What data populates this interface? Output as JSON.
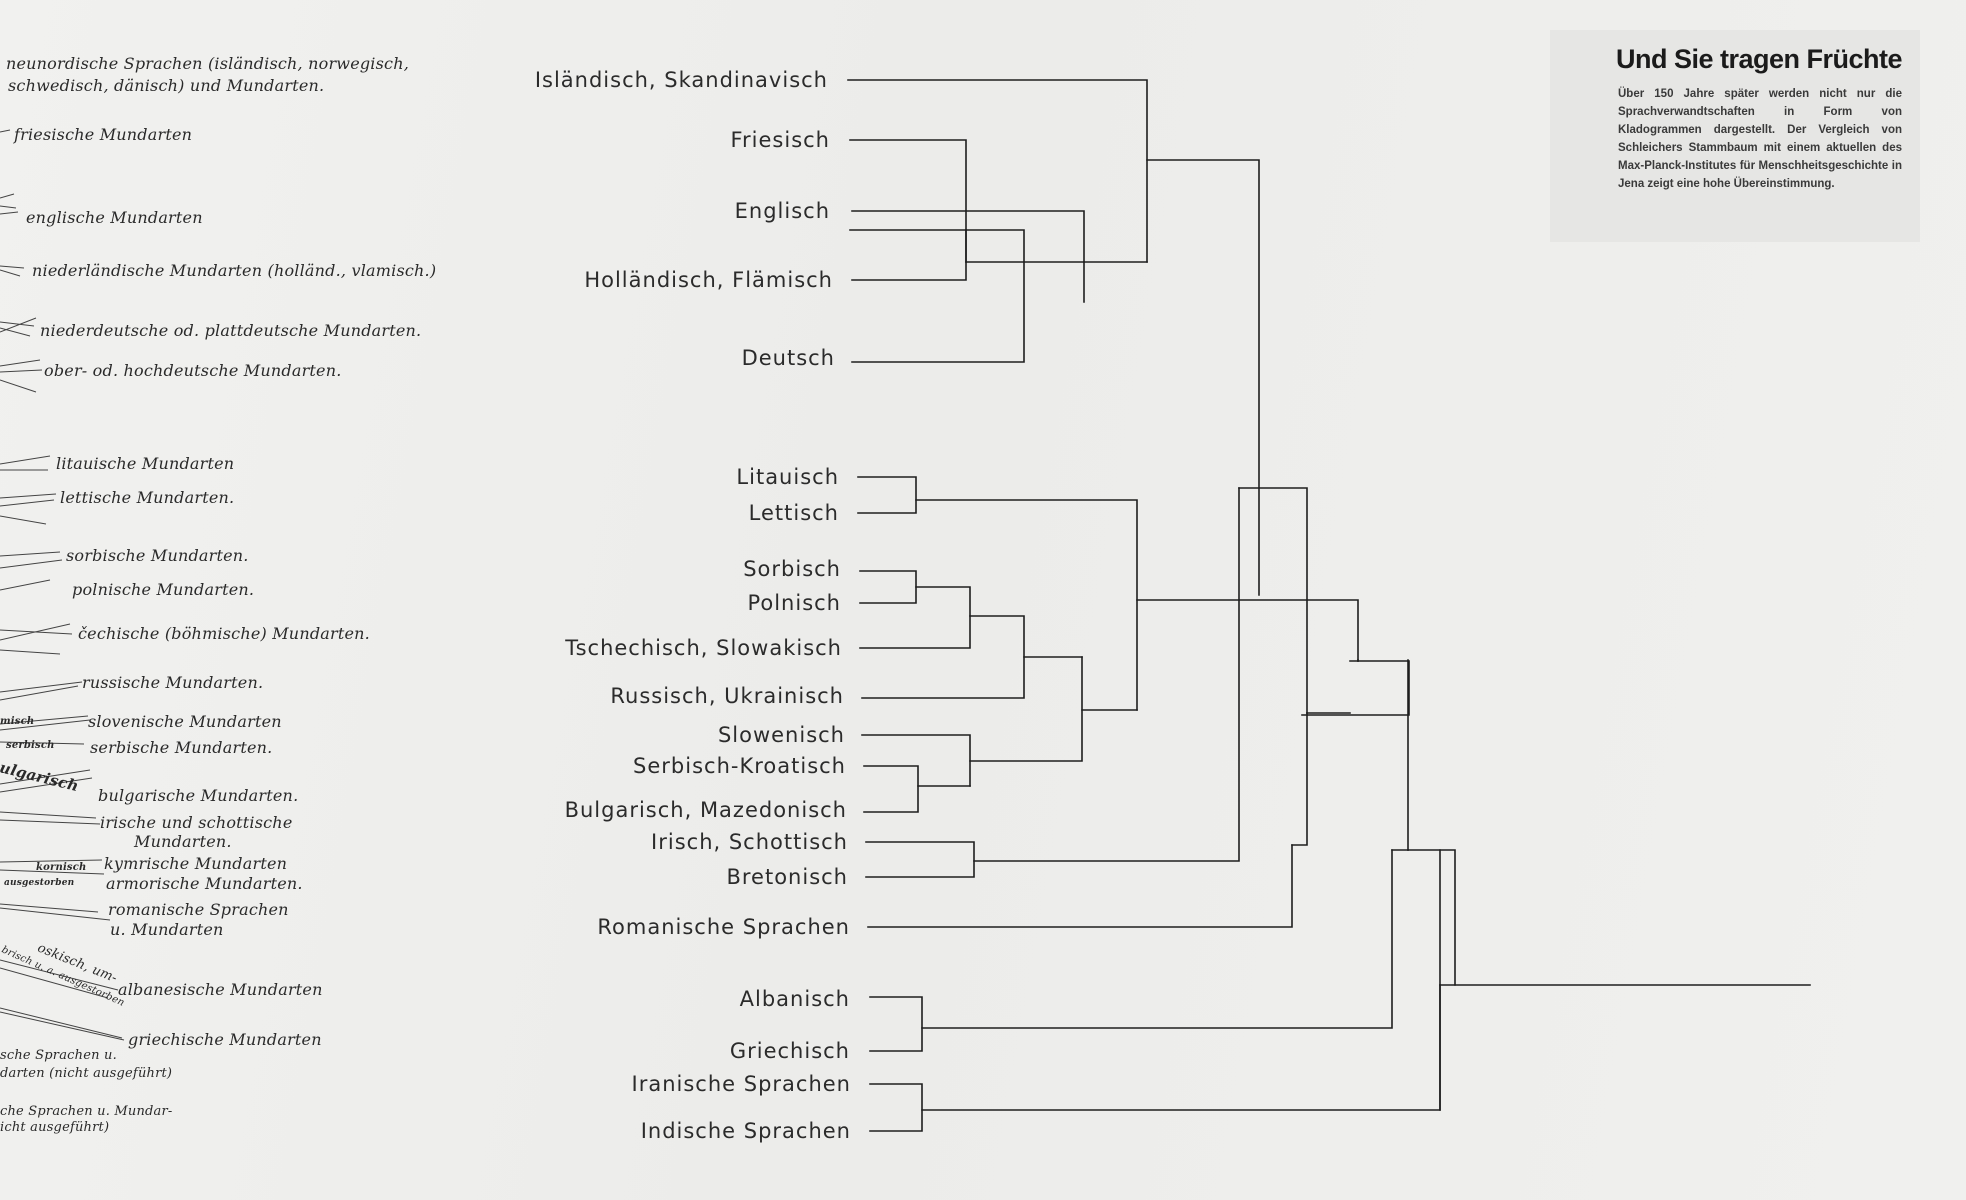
{
  "info_box": {
    "title": "Und Sie tragen Früchte",
    "text": "Über 150 Jahre später werden nicht nur die Sprachverwandtschaften in Form von Kladogrammen dargestellt. Der Vergleich von Schleichers Stammbaum mit einem aktuellen des Max-Planck-Institutes für Menschheitsgeschichte in Jena zeigt eine hohe Übereinstimmung."
  },
  "schleicher_labels": [
    "neunordische Sprachen (isländisch, norwegisch,",
    "schwedisch, dänisch) und Mundarten.",
    "friesische Mundarten",
    "englische Mundarten",
    "niederländische Mundarten (holländ., vlamisch.)",
    "niederdeutsche od. plattdeutsche Mundarten.",
    "ober- od. hochdeutsche Mundarten.",
    "litauische Mundarten",
    "lettische Mundarten.",
    "sorbische Mundarten.",
    "polnische Mundarten.",
    "čechische (böhmische) Mundarten.",
    "russische Mundarten.",
    "slovenische Mundarten",
    "serbische Mundarten.",
    "bulgarische Mundarten.",
    "irische und schottische",
    "Mundarten.",
    "kymrische Mundarten",
    "armorische Mundarten.",
    "romanische Sprachen",
    "u. Mundarten",
    "albanesische Mundarten",
    "griechische Mundarten",
    "sche Sprachen u.",
    "darten (nicht ausgeführt)",
    "che Sprachen u. Mundar-",
    "icht ausgeführt)"
  ],
  "schleicher_fragments": [
    "misch",
    "serbisch",
    "ulgarisch",
    "kornisch",
    "ausgestorben",
    "oskisch, um-",
    "brisch u. a. ausgestorben"
  ],
  "cladogram": {
    "languages": [
      "Isländisch, Skandinavisch",
      "Friesisch",
      "Englisch",
      "Holländisch, Flämisch",
      "Deutsch",
      "Litauisch",
      "Lettisch",
      "Sorbisch",
      "Polnisch",
      "Tschechisch, Slowakisch",
      "Russisch, Ukrainisch",
      "Slowenisch",
      "Serbisch-Kroatisch",
      "Bulgarisch, Mazedonisch",
      "Irisch, Schottisch",
      "Bretonisch",
      "Romanische Sprachen",
      "Albanisch",
      "Griechisch",
      "Iranische Sprachen",
      "Indische Sprachen"
    ]
  }
}
